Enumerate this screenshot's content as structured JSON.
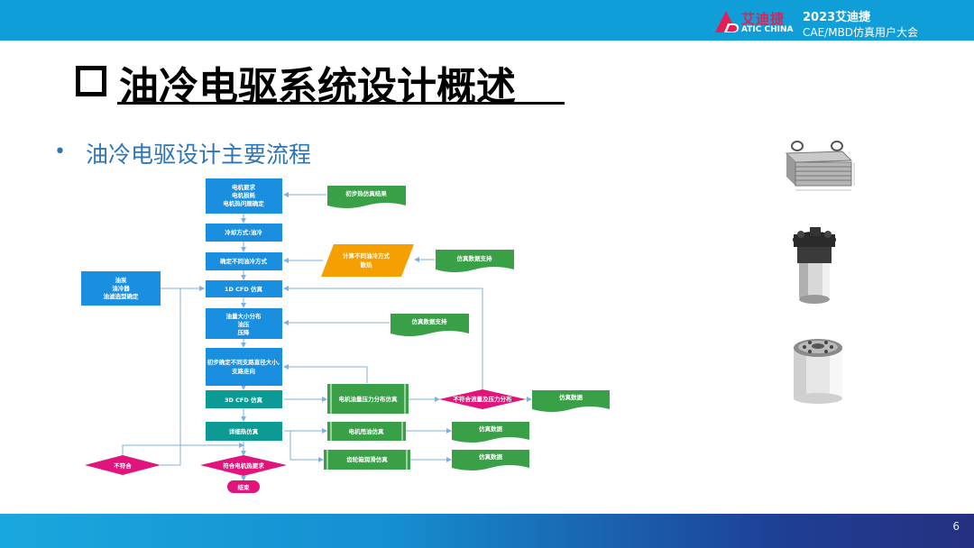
{
  "header": {
    "logo_text": "艾迪捷",
    "logo_sub": "ATIC CHINA",
    "conference_line1": "2023艾迪捷",
    "conference_line2": "CAE/MBD仿真用户大会"
  },
  "slide": {
    "title": "油冷电驱系统设计概述",
    "bullet": "油冷电驱设计主要流程",
    "page_number": "6"
  },
  "flow": {
    "motor_req_1": "电机要求",
    "motor_req_2": "电机损耗",
    "motor_req_3": "电机热问题确定",
    "cooling_mode": "冷却方式:油冷",
    "oil_cooling_scheme": "确定不同油冷方式",
    "cfd_1d": "1D CFD 仿真",
    "oil_flow_1": "油量大小分布",
    "oil_flow_2": "油压",
    "oil_flow_3": "压降",
    "branch_1": "初步确定不同支路直径大小,",
    "branch_2": "支路走向",
    "cfd_3d": "3D CFD 仿真",
    "detail_thermal": "详细热仿真",
    "pump_1": "油泵",
    "pump_2": "油冷器",
    "pump_3": "油滤选型确定",
    "init_thermal": "初步热仿真结果",
    "calc_1": "计算不同油冷方式",
    "calc_2": "散热",
    "sim_support_1": "仿真数据支持",
    "sim_support_2": "仿真数据支持",
    "motor_oil_pressure": "电机油量压力分布仿真",
    "motor_oil_sim": "电机甩油仿真",
    "gear_lube_sim": "齿轮箱润滑仿真",
    "not_meet_flow": "不符合流量及压力分布",
    "sim_data_1": "仿真数据",
    "sim_data_2": "仿真数据",
    "sim_data_3": "仿真数据",
    "not_meet": "不符合",
    "meet_motor": "符合电机热要求",
    "end": "结束"
  },
  "colors": {
    "blue": "#1a8fe0",
    "teal": "#0b9a94",
    "green": "#39a047",
    "orange": "#f5a000",
    "magenta": "#e0147a",
    "line": "#7fb2de"
  },
  "images": {
    "top": "oil-cooler-icon",
    "middle": "oil-pump-icon",
    "bottom": "oil-filter-icon"
  }
}
